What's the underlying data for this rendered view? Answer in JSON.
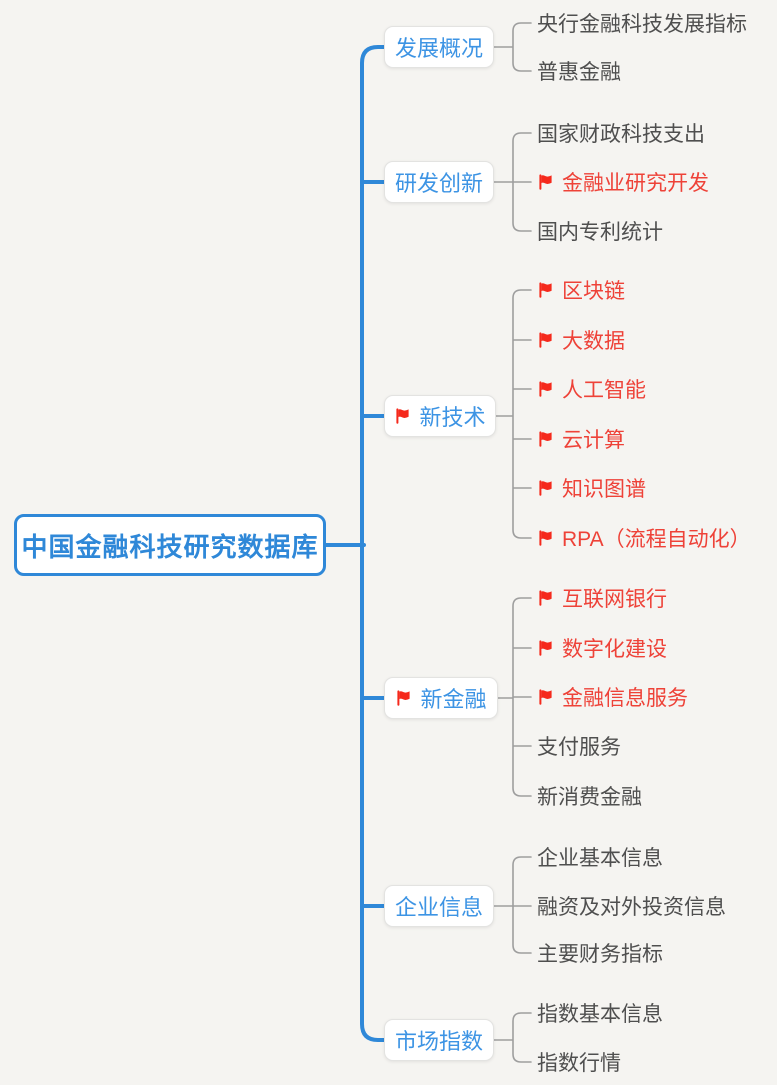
{
  "colors": {
    "background": "#f5f4f1",
    "accent_blue": "#2f88d8",
    "node_text_blue": "#3d94e4",
    "flag_red": "#f5291c",
    "leaf_red": "#ee4238",
    "leaf_gray": "#4f4f4f",
    "connector_gray": "#9e9e9e",
    "node_border": "#e3e3e1",
    "node_bg": "#ffffff"
  },
  "icons": {
    "marked": "flag-icon"
  },
  "root": {
    "label": "中国金融科技研究数据库"
  },
  "branches": [
    {
      "label": "发展概况",
      "flag": false,
      "children": [
        {
          "label": "央行金融科技发展指标",
          "flag": false
        },
        {
          "label": "普惠金融",
          "flag": false
        }
      ]
    },
    {
      "label": "研发创新",
      "flag": false,
      "children": [
        {
          "label": "国家财政科技支出",
          "flag": false
        },
        {
          "label": "金融业研究开发",
          "flag": true
        },
        {
          "label": "国内专利统计",
          "flag": false
        }
      ]
    },
    {
      "label": "新技术",
      "flag": true,
      "children": [
        {
          "label": "区块链",
          "flag": true
        },
        {
          "label": "大数据",
          "flag": true
        },
        {
          "label": "人工智能",
          "flag": true
        },
        {
          "label": "云计算",
          "flag": true
        },
        {
          "label": "知识图谱",
          "flag": true
        },
        {
          "label": "RPA（流程自动化）",
          "flag": true
        }
      ]
    },
    {
      "label": "新金融",
      "flag": true,
      "children": [
        {
          "label": "互联网银行",
          "flag": true
        },
        {
          "label": "数字化建设",
          "flag": true
        },
        {
          "label": "金融信息服务",
          "flag": true
        },
        {
          "label": "支付服务",
          "flag": false
        },
        {
          "label": "新消费金融",
          "flag": false
        }
      ]
    },
    {
      "label": "企业信息",
      "flag": false,
      "children": [
        {
          "label": "企业基本信息",
          "flag": false
        },
        {
          "label": "融资及对外投资信息",
          "flag": false
        },
        {
          "label": "主要财务指标",
          "flag": false
        }
      ]
    },
    {
      "label": "市场指数",
      "flag": false,
      "children": [
        {
          "label": "指数基本信息",
          "flag": false
        },
        {
          "label": "指数行情",
          "flag": false
        }
      ]
    }
  ]
}
